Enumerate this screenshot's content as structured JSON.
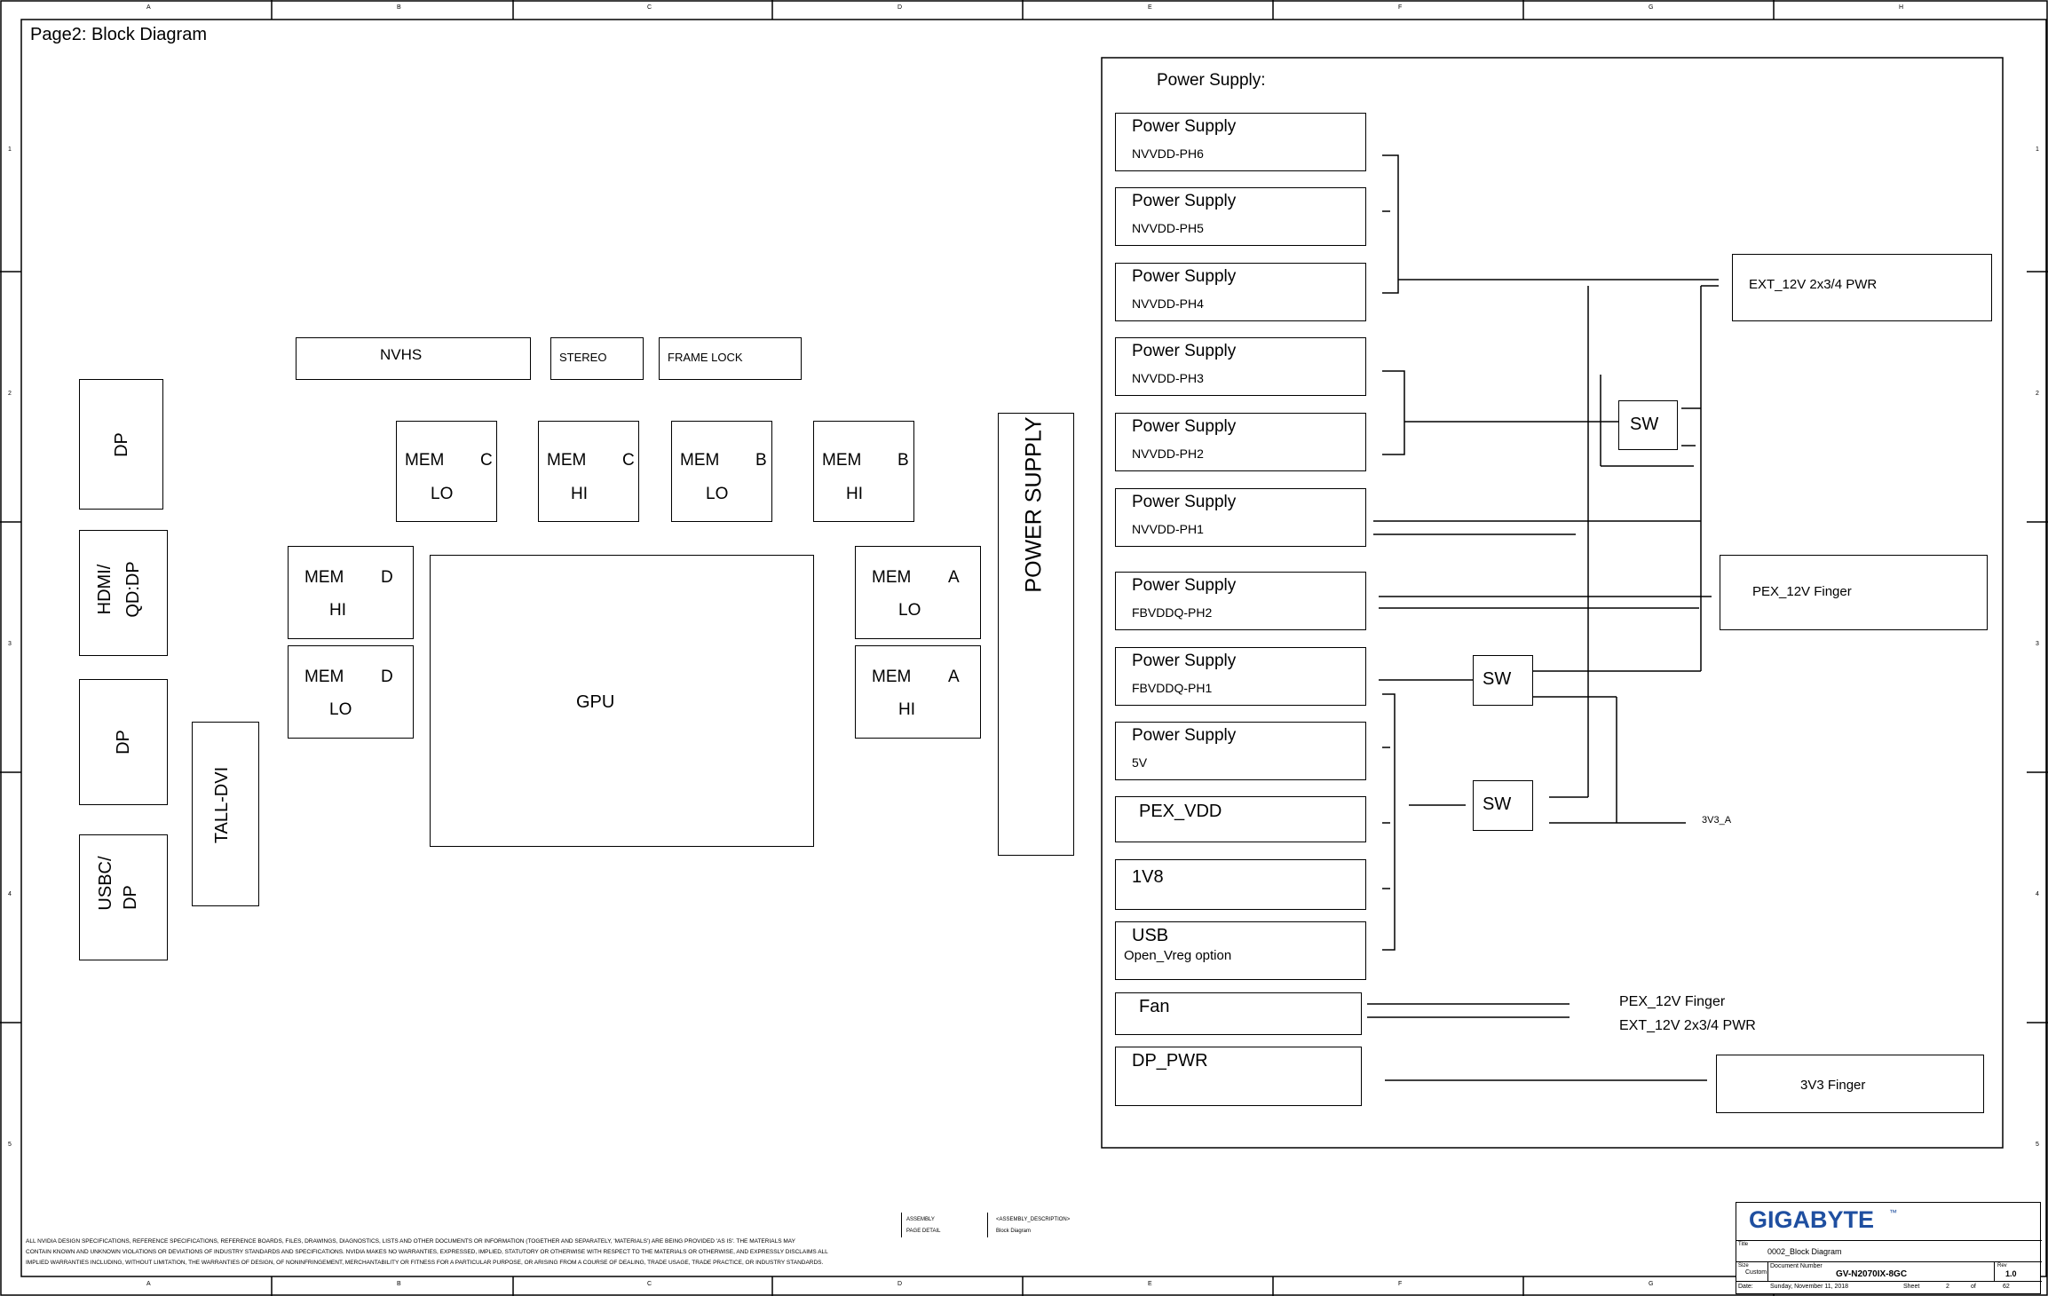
{
  "page_title": "Page2: Block Diagram",
  "border": {
    "columns": [
      "A",
      "B",
      "C",
      "D",
      "E",
      "F",
      "G",
      "H"
    ],
    "rows": [
      "1",
      "2",
      "3",
      "4",
      "5"
    ]
  },
  "left_blocks": {
    "nvhs": "NVHS",
    "stereo": "STEREO",
    "frame_lock": "FRAME LOCK",
    "gpu": "GPU",
    "tall_dvi": "TALL-DVI",
    "vertical_power_supply": "POWER SUPPLY",
    "connectors": [
      {
        "lines": [
          "DP"
        ]
      },
      {
        "lines": [
          "HDMI/",
          "QD:DP"
        ]
      },
      {
        "lines": [
          "DP"
        ]
      },
      {
        "lines": [
          "USBC/",
          "DP"
        ]
      }
    ],
    "mem_top": [
      {
        "mem": "MEM",
        "ch": "C",
        "part": "LO"
      },
      {
        "mem": "MEM",
        "ch": "C",
        "part": "HI"
      },
      {
        "mem": "MEM",
        "ch": "B",
        "part": "LO"
      },
      {
        "mem": "MEM",
        "ch": "B",
        "part": "HI"
      }
    ],
    "mem_left": [
      {
        "mem": "MEM",
        "ch": "D",
        "part": "HI"
      },
      {
        "mem": "MEM",
        "ch": "D",
        "part": "LO"
      }
    ],
    "mem_right": [
      {
        "mem": "MEM",
        "ch": "A",
        "part": "LO"
      },
      {
        "mem": "MEM",
        "ch": "A",
        "part": "HI"
      }
    ]
  },
  "power_panel": {
    "title": "Power Supply:",
    "supplies": [
      {
        "name": "Power Supply",
        "sub": "NVVDD-PH6"
      },
      {
        "name": "Power Supply",
        "sub": "NVVDD-PH5"
      },
      {
        "name": "Power Supply",
        "sub": "NVVDD-PH4"
      },
      {
        "name": "Power Supply",
        "sub": "NVVDD-PH3"
      },
      {
        "name": "Power Supply",
        "sub": "NVVDD-PH2"
      },
      {
        "name": "Power Supply",
        "sub": "NVVDD-PH1"
      },
      {
        "name": "Power Supply",
        "sub": "FBVDDQ-PH2"
      },
      {
        "name": "Power Supply",
        "sub": "FBVDDQ-PH1"
      },
      {
        "name": "Power Supply",
        "sub": "5V"
      }
    ],
    "pex_vdd": "PEX_VDD",
    "v1v8": "1V8",
    "usb": "USB",
    "usb_sub": "Open_Vreg option",
    "fan": "Fan",
    "dp_pwr": "DP_PWR",
    "sw": [
      "SW",
      "SW",
      "SW"
    ],
    "ext_12v": "EXT_12V 2x3/4 PWR",
    "pex_12v": "PEX_12V Finger",
    "fan_label_1": "PEX_12V Finger",
    "fan_label_2": "EXT_12V 2x3/4 PWR",
    "v3v3_a": "3V3_A",
    "v3v3_finger": "3V3 Finger"
  },
  "footer": {
    "disclaimer": [
      "ALL NVIDIA DESIGN SPECIFICATIONS, REFERENCE SPECIFICATIONS, REFERENCE BOARDS, FILES, DRAWINGS, DIAGNOSTICS, LISTS AND OTHER DOCUMENTS OR INFORMATION (TOGETHER AND SEPARATELY, 'MATERIALS') ARE BEING PROVIDED 'AS IS'. THE MATERIALS MAY",
      "CONTAIN KNOWN AND UNKNOWN VIOLATIONS OR DEVIATIONS OF INDUSTRY STANDARDS AND SPECIFICATIONS. NVIDIA MAKES NO WARRANTIES, EXPRESSED, IMPLIED, STATUTORY OR OTHERWISE WITH RESPECT TO THE MATERIALS OR OTHERWISE, AND EXPRESSLY DISCLAIMS ALL",
      "IMPLIED WARRANTIES INCLUDING, WITHOUT LIMITATION, THE WARRANTIES OF DESIGN, OF NONINFRINGEMENT, MERCHANTABILITY OR FITNESS FOR A PARTICULAR PURPOSE, OR ARISING FROM A COURSE OF DEALING, TRADE USAGE, TRADE PRACTICE, OR INDUSTRY STANDARDS."
    ],
    "assembly_label": "ASSEMBLY",
    "page_detail_label": "PAGE DETAIL",
    "assembly_desc": "<ASSEMBLY_DESCRIPTION>",
    "page_detail_value": "Block Diagram",
    "logo": "GIGABYTE",
    "logo_tm": "™",
    "title_label": "Title",
    "title_value": "0002_Block Diagram",
    "size_label": "Size",
    "size_value": "Custom",
    "docnum_label": "Document Number",
    "docnum_value": "GV-N2070IX-8GC",
    "rev_label": "Rev",
    "rev_value": "1.0",
    "date_label": "Date:",
    "date_value": "Sunday, November 11, 2018",
    "sheet_label": "Sheet",
    "sheet_value": "2",
    "of_label": "of",
    "of_value": "62"
  }
}
